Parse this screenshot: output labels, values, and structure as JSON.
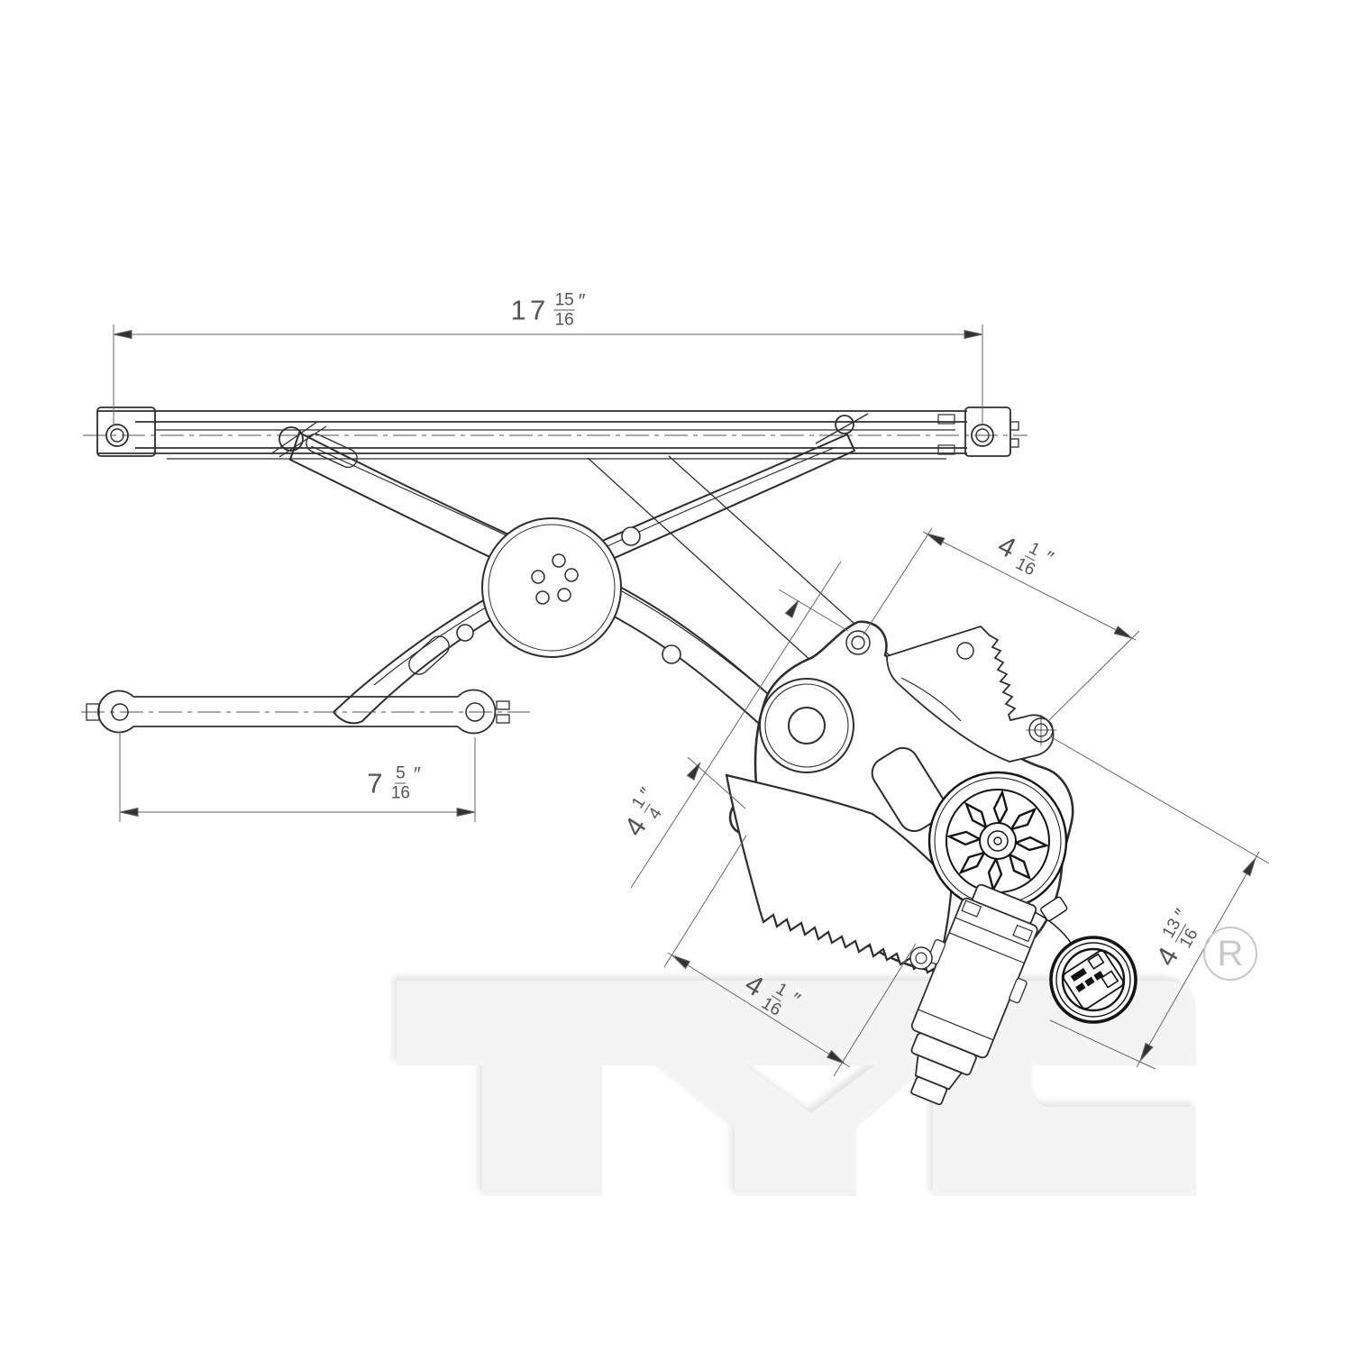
{
  "watermark": {
    "text": "TYC",
    "registered_letter": "R"
  },
  "dims": {
    "rail_top": {
      "whole": "17",
      "num": "15",
      "den": "16",
      "unit": "″"
    },
    "rail_bottom": {
      "whole": "7",
      "num": "5",
      "den": "16",
      "unit": "″"
    },
    "plate_upper": {
      "whole": "4",
      "num": "1",
      "den": "16",
      "unit": "″"
    },
    "plate_left": {
      "whole": "4",
      "num": "1",
      "den": "4",
      "unit": "″"
    },
    "plate_lower": {
      "whole": "4",
      "num": "1",
      "den": "16",
      "unit": "″"
    },
    "plate_right": {
      "whole": "4",
      "num": "13",
      "den": "16",
      "unit": "″"
    }
  },
  "colors": {
    "background": "#ffffff",
    "line": "#2e2e2e",
    "dim_line": "#666666",
    "dim_text": "#555555",
    "watermark_fill": "#f4f4f4",
    "watermark_shadow": "#e4e4e4",
    "registered_gray": "#c8c8c8"
  }
}
